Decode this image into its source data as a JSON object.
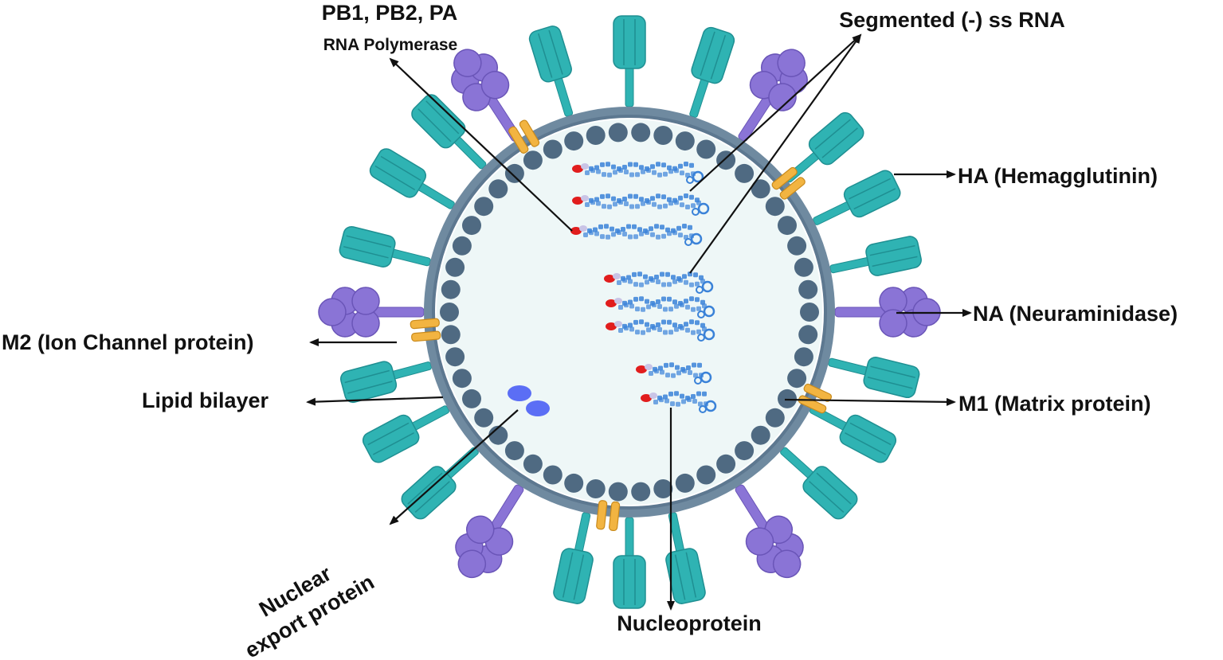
{
  "labels": {
    "polymerase_title": "PB1, PB2, PA",
    "polymerase_sub": "RNA Polymerase",
    "segmented_rna": "Segmented (-) ss RNA",
    "ha": "HA (Hemagglutinin)",
    "na": "NA (Neuraminidase)",
    "m2": "M2 (Ion Channel protein)",
    "lipid": "Lipid bilayer",
    "m1": "M1 (Matrix protein)",
    "nep_line1": "Nuclear",
    "nep_line2": "export protein",
    "np": "Nucleoprotein"
  },
  "colors": {
    "ha_spike": "#2fb3b3",
    "ha_spike_dark": "#1f8f92",
    "na_tetramer": "#8a74d6",
    "na_tetramer_dark": "#6a55b8",
    "m2_channel": "#f2b441",
    "m2_channel_dark": "#c98a1c",
    "envelope_outer": "#6f8aa0",
    "envelope_inner": "#5d7890",
    "matrix_bead": "#4f6a82",
    "core_fill": "#eef7f7",
    "rnp": "#3a82d8",
    "polymerase_dot": "#e11d1d",
    "nep": "#5b6ef5"
  }
}
